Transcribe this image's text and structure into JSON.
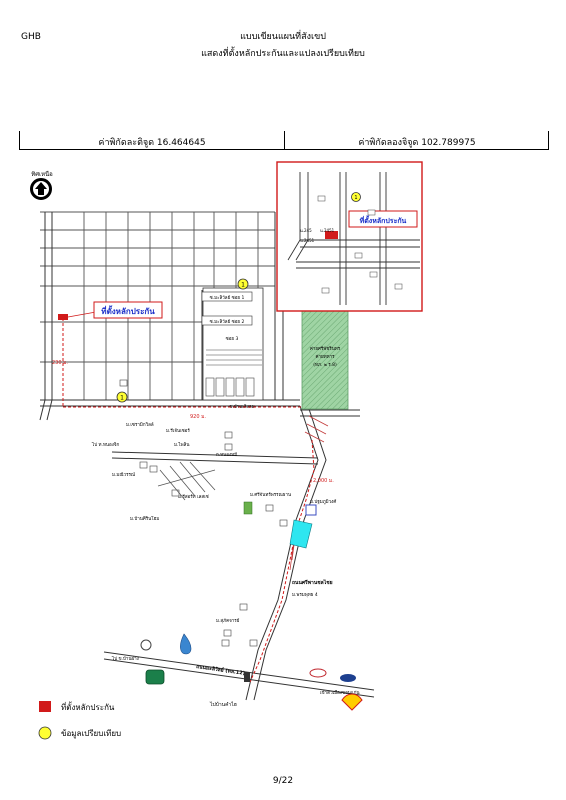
{
  "header": {
    "left_label": "GHB",
    "title_line1": "แบบเขียนแผนที่สังเขป",
    "title_line2": "แสดงที่ตั้งหลักประกันและแปลงเปรียบเทียบ"
  },
  "coordinates": {
    "latitude_label": "ค่าพิกัดละติจูด 16.464645",
    "longitude_label": "ค่าพิกัดลองจิจูด 102.789975"
  },
  "map": {
    "north_label": "ทิศเหนือ",
    "collateral_callout": "ที่ตั้งหลักประกัน",
    "inset_callout": "ที่ตั้งหลักประกัน",
    "comparison_number": "1",
    "distance_vertical": "230 ม.",
    "distance_horizontal": "920 ม.",
    "distance_south": "2,000 ม.",
    "inset_lots": [
      "น.245",
      "น.2451",
      "น.2451"
    ],
    "places": {
      "soi_1": "ซ.มะลิวัลย์ ซอย 1",
      "soi_2": "ซ.มะลิวัลย์ ซอย 2",
      "soi_3": "ซอย 3",
      "village_bottom": "ซ.บ้านเลิงลม",
      "camp": "ค่ายศรีพัชรินทร",
      "camp_sub1": "ค่ายทหาร",
      "camp_sub2": "(ทภ. ๒ ร.8)",
      "place_a": "ม.เซรามิกวิลล์",
      "place_b": "ม.รีเจ้นเซอร์",
      "to_nongkhai": "ไป ท.หนองจิก",
      "place_c": "ม.ไพลิน",
      "road_a": "ถ.หนองหมี",
      "place_d": "ม.มณีวรรณ์",
      "place_e": "ม.รีสอร์ท เลสเซ่",
      "place_f": "ม.บ้านศิรินโฮม",
      "place_g": "ม.ศรีจันทร์พรรณธาน",
      "place_h": "ม.ปฐมภูมิวงศ์",
      "main_road": "ถนนศรีพานชลไชย",
      "place_i": "ม.พรมพุทธ 4",
      "place_j": "ม.สุภัคจารย์",
      "to_khonkaen": "ไป ข.บ้านฝาง",
      "highway": "ถนนมะลิวัลย์ (ทล.12)",
      "to_south": "ไปบ้านคำไฮ",
      "to_east": "เข้าตัวเมืองขอนแก่น"
    }
  },
  "legend": {
    "collateral": "ที่ตั้งหลักประกัน",
    "comparison": "ข้อมูลเปรียบเทียบ"
  },
  "footer": {
    "page": "9/22"
  },
  "colors": {
    "marker_red": "#d11a1a",
    "route_red": "#d11a1a",
    "camp_green": "#9fd4a4",
    "compare_yellow": "#ffff33",
    "callout_text": "#1a2ec8"
  }
}
